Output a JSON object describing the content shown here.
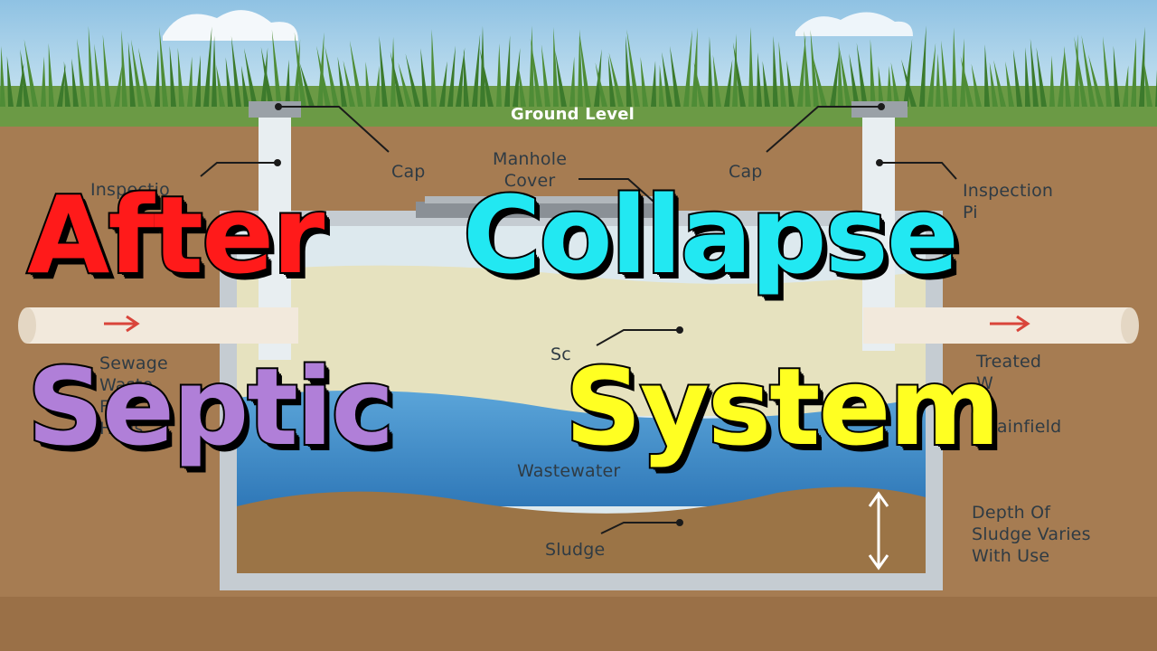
{
  "diagram": {
    "labels": {
      "ground_level": "Ground Level",
      "cap_left": "Cap",
      "cap_right": "Cap",
      "manhole_cover": "Manhole\nCover",
      "inspection_left": "Inspectio",
      "inspection_right": "Inspection\nPi",
      "sewage": "Sewage\nWaste\nFro\nHous",
      "scum": "Sc",
      "wastewater": "Wastewater",
      "treated": "Treated\nW\nTo\nDrainfield",
      "sludge": "Sludge",
      "depth_of_sludge": "Depth Of\nSludge Varies\nWith Use"
    },
    "colors": {
      "sky": "#a9d0e8",
      "grass": "#5a8a3c",
      "soil": "#a67c52",
      "tank_wall": "#c4cbd1",
      "scum_layer": "#e6e2bf",
      "water_layer": "#3f8fcf",
      "sludge_layer": "#9b7446",
      "arrow": "#d9443a"
    }
  },
  "title": {
    "line1_word1": "After",
    "line1_word2": "Collapse",
    "line2_word1": "Septic",
    "line2_word2": "System",
    "colors": {
      "after": "#ff1a1a",
      "collapse": "#22e8f2",
      "septic": "#b07fd8",
      "system": "#ffff22"
    }
  }
}
